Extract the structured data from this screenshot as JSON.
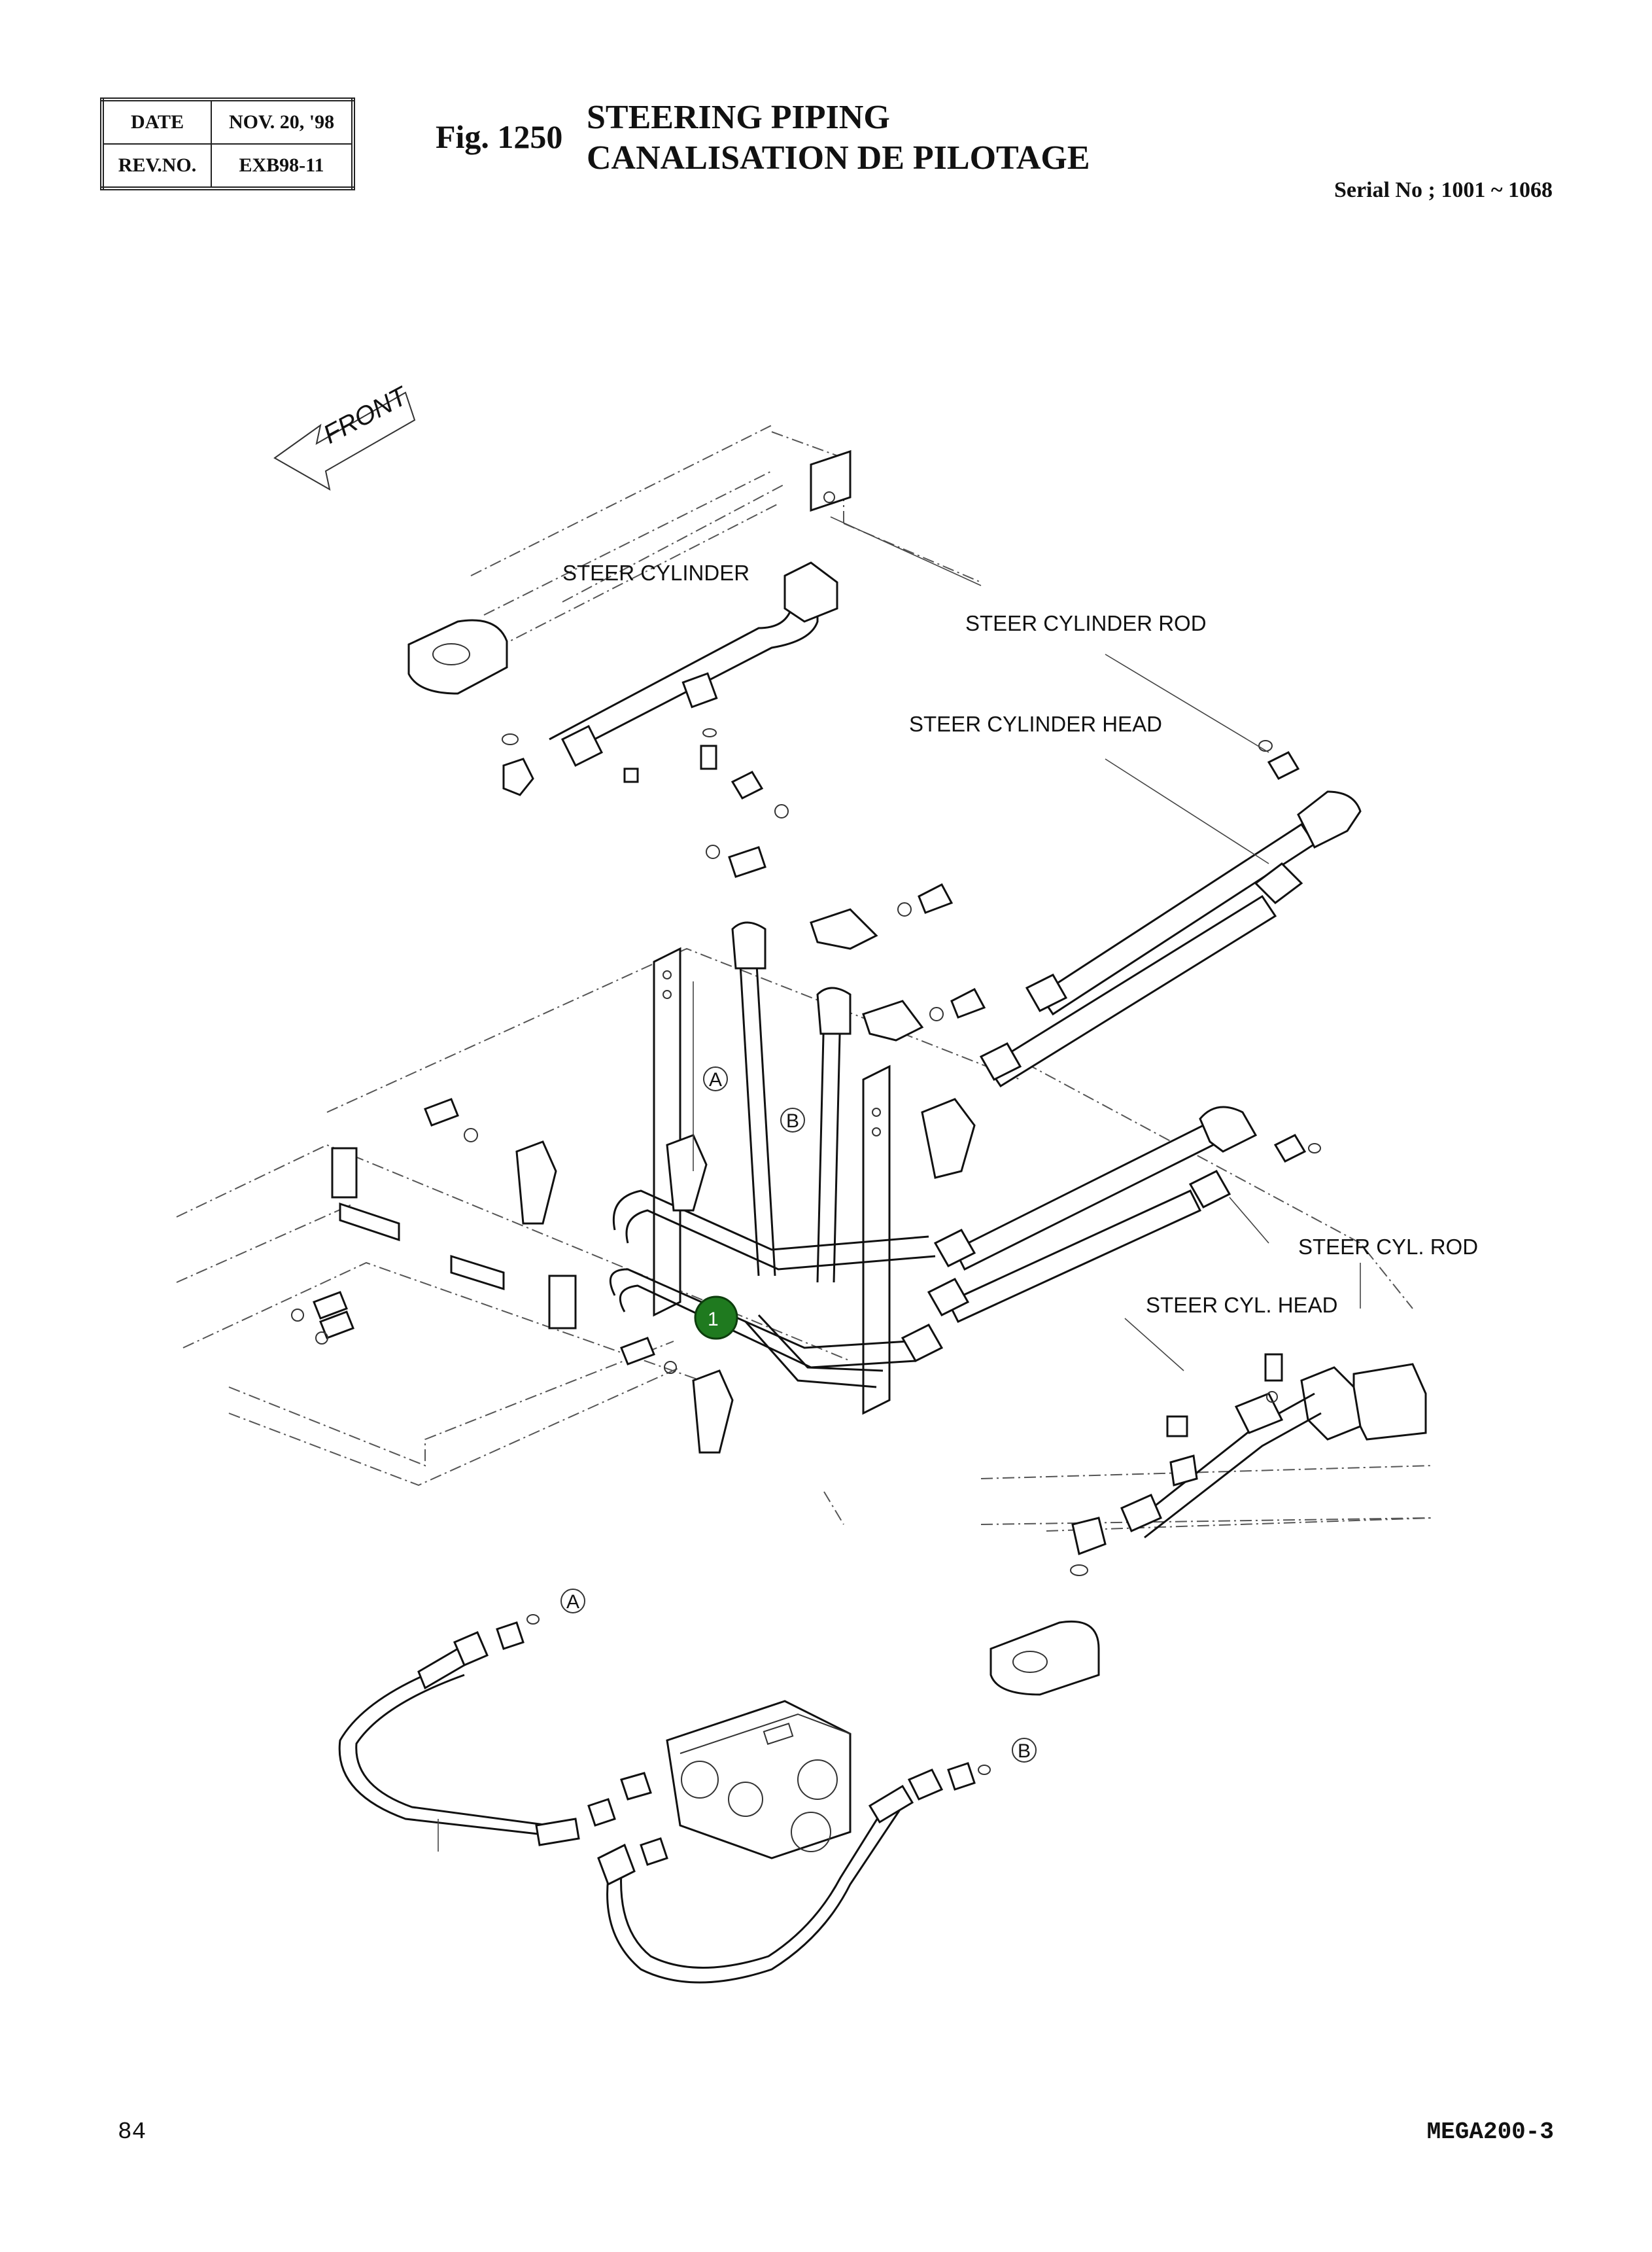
{
  "header": {
    "date_label": "DATE",
    "date_value": "NOV. 20, '98",
    "rev_label": "REV.NO.",
    "rev_value": "EXB98-11",
    "fig_number": "Fig. 1250",
    "title_en": "STEERING PIPING",
    "title_fr": "CANALISATION DE PILOTAGE",
    "serial": "Serial No ; 1001 ~ 1068"
  },
  "diagram": {
    "front_label": "FRONT",
    "labels": {
      "steer_cylinder": "STEER CYLINDER",
      "steer_cylinder_rod": "STEER CYLINDER ROD",
      "steer_cylinder_head": "STEER CYLINDER HEAD",
      "steer_cyl_rod": "STEER CYL. ROD",
      "steer_cyl_head": "STEER CYL. HEAD"
    },
    "callouts": {
      "a_upper": "A",
      "b_upper": "B",
      "a_lower": "A",
      "b_lower": "B",
      "highlight": "1"
    },
    "highlight_color": "#1f7a1f"
  },
  "footer": {
    "page_number": "84",
    "model_code": "MEGA200-3"
  }
}
